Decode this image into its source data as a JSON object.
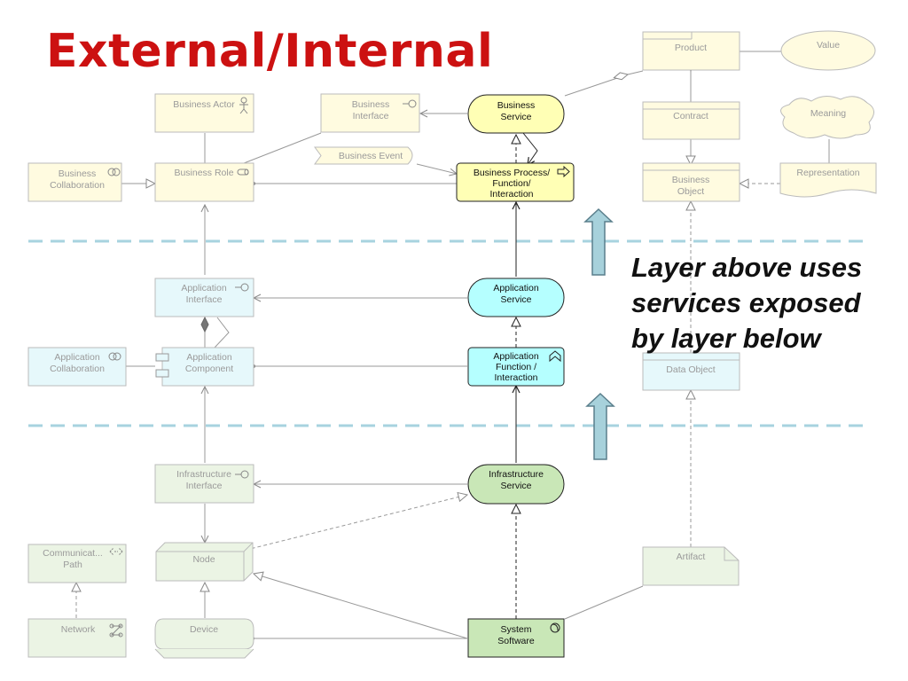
{
  "title": "External/Internal",
  "note": [
    "Layer above uses",
    "services exposed",
    "by layer below"
  ],
  "elements": {
    "business_actor": "Business Actor",
    "business_interface": [
      "Business",
      "Interface"
    ],
    "business_service": [
      "Business",
      "Service"
    ],
    "business_collaboration": [
      "Business",
      "Collaboration"
    ],
    "business_role": "Business Role",
    "business_event": "Business Event",
    "business_process": [
      "Business Process/",
      "Function/",
      "Interaction"
    ],
    "product": "Product",
    "value": "Value",
    "contract": "Contract",
    "meaning": "Meaning",
    "business_object": [
      "Business",
      "Object"
    ],
    "representation": "Representation",
    "application_interface": [
      "Application",
      "Interface"
    ],
    "application_service": [
      "Application",
      "Service"
    ],
    "application_collaboration": [
      "Application",
      "Collaboration"
    ],
    "application_component": [
      "Application",
      "Component"
    ],
    "application_function": [
      "Application",
      "Function /",
      "Interaction"
    ],
    "data_object": "Data Object",
    "infrastructure_interface": [
      "Infrastructure",
      "Interface"
    ],
    "infrastructure_service": [
      "Infrastructure",
      "Service"
    ],
    "communication_path": [
      "Communicat...",
      "Path"
    ],
    "node": "Node",
    "artifact": "Artifact",
    "network": "Network",
    "device": "Device",
    "system_software": [
      "System",
      "Software"
    ]
  },
  "colors": {
    "title": "#cc1111",
    "business_fill": "#ffffb5",
    "business_fill_faded": "#fffbe0",
    "application_fill": "#b5ffff",
    "application_fill_faded": "#e6f8fb",
    "technology_fill": "#c9e7b7",
    "technology_fill_faded": "#ebf4e4",
    "layer_separator": "#a7d3df",
    "arrow_fill": "#a7d1db"
  }
}
